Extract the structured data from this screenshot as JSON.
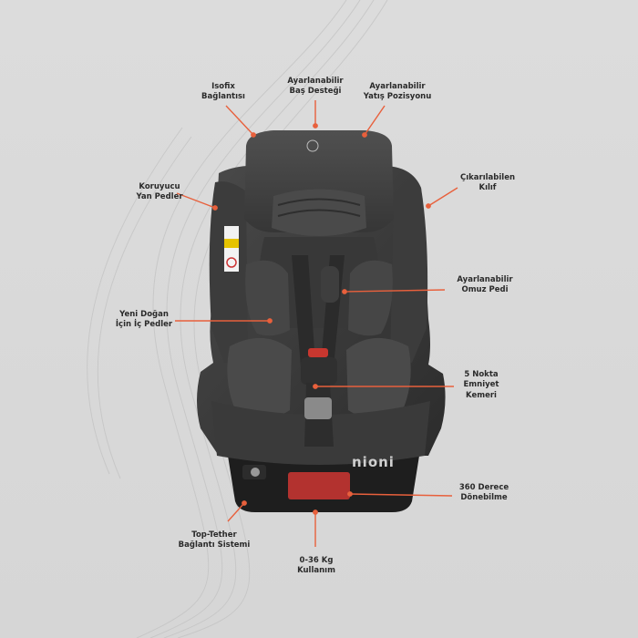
{
  "brand": "nioni",
  "colors": {
    "accent": "#e8603c",
    "label_text": "#2a2a2a",
    "seat_fabric": "#3a3a3a"
  },
  "labels": {
    "isofix": [
      "Isofix",
      "Bağlantısı"
    ],
    "head_support": [
      "Ayarlanabilir",
      "Baş Desteği"
    ],
    "recline": [
      "Ayarlanabilir",
      "Yatış Pozisyonu"
    ],
    "side_pads": [
      "Koruyucu",
      "Yan Pedler"
    ],
    "removable_cover": [
      "Çıkarılabilen",
      "Kılıf"
    ],
    "shoulder_pad": [
      "Ayarlanabilir",
      "Omuz Pedi"
    ],
    "newborn_pads": [
      "Yeni Doğan",
      "İçin İç Pedler"
    ],
    "harness": [
      "5 Nokta",
      "Emniyet",
      "Kemeri"
    ],
    "rotation": [
      "360 Derece",
      "Dönebilme"
    ],
    "top_tether": [
      "Top-Tether",
      "Bağlantı Sistemi"
    ],
    "weight": [
      "0-36 Kg",
      "Kullanım"
    ]
  }
}
